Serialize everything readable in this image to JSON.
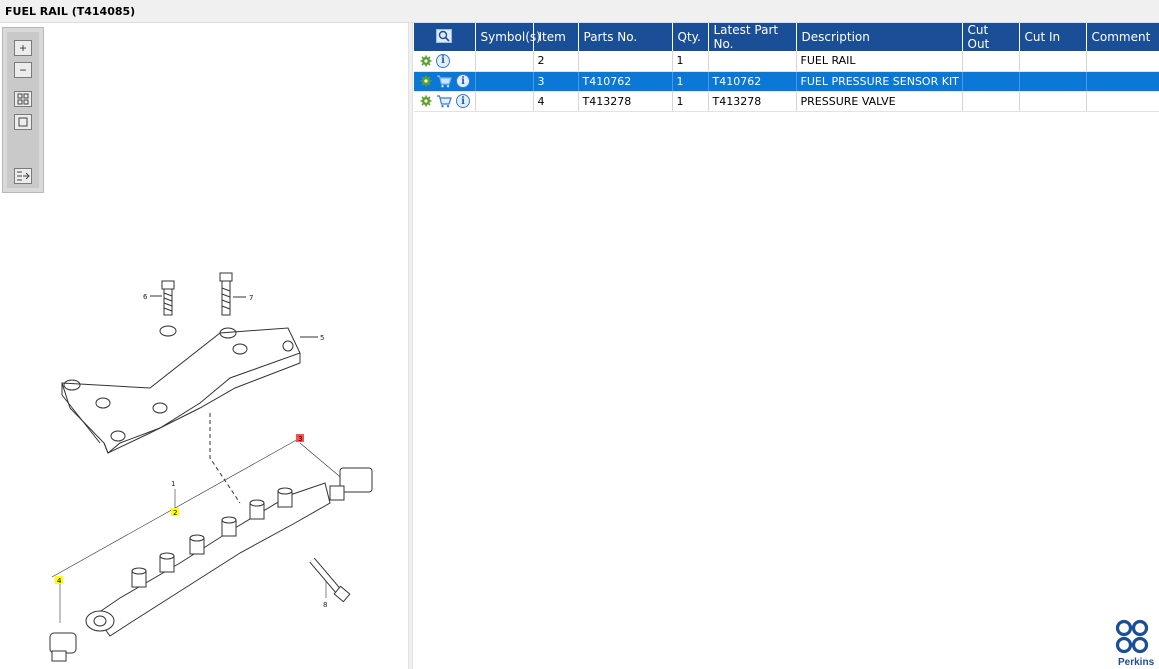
{
  "window": {
    "title": "FUEL RAIL (T414085)"
  },
  "toolbox": {
    "icons": [
      "zoom-in-icon",
      "zoom-out-icon",
      "fit-page-icon",
      "actual-size-icon",
      "panel-toggle-icon"
    ]
  },
  "diagram": {
    "callouts": [
      "1",
      "2",
      "3",
      "4",
      "5",
      "6",
      "7",
      "8"
    ],
    "highlight_colors": {
      "yellow": "#ffff00",
      "red": "#ff4d4d"
    }
  },
  "table": {
    "columns": [
      "Symbol(s)",
      "Item",
      "Parts No.",
      "Qty.",
      "Latest Part No.",
      "Description",
      "Cut Out",
      "Cut In",
      "Comment"
    ],
    "rows": [
      {
        "icons": [
          "gear-icon",
          "info-icon"
        ],
        "symbols": "",
        "item": "2",
        "part_no": "",
        "qty": "1",
        "latest_part_no": "",
        "description": "FUEL RAIL",
        "cut_out": "",
        "cut_in": "",
        "comment": ""
      },
      {
        "icons": [
          "gear-icon",
          "cart-icon",
          "info-icon"
        ],
        "symbols": "",
        "item": "3",
        "part_no": "T410762",
        "qty": "1",
        "latest_part_no": "T410762",
        "description": "FUEL PRESSURE SENSOR KIT",
        "cut_out": "",
        "cut_in": "",
        "comment": "",
        "selected": true
      },
      {
        "icons": [
          "gear-icon",
          "cart-icon",
          "info-icon"
        ],
        "symbols": "",
        "item": "4",
        "part_no": "T413278",
        "qty": "1",
        "latest_part_no": "T413278",
        "description": "PRESSURE VALVE",
        "cut_out": "",
        "cut_in": "",
        "comment": ""
      }
    ]
  },
  "colors": {
    "header": "#1a4f97",
    "selection": "#0b78d8",
    "brand": "#1a4f97"
  },
  "brand": {
    "name": "Perkins"
  }
}
